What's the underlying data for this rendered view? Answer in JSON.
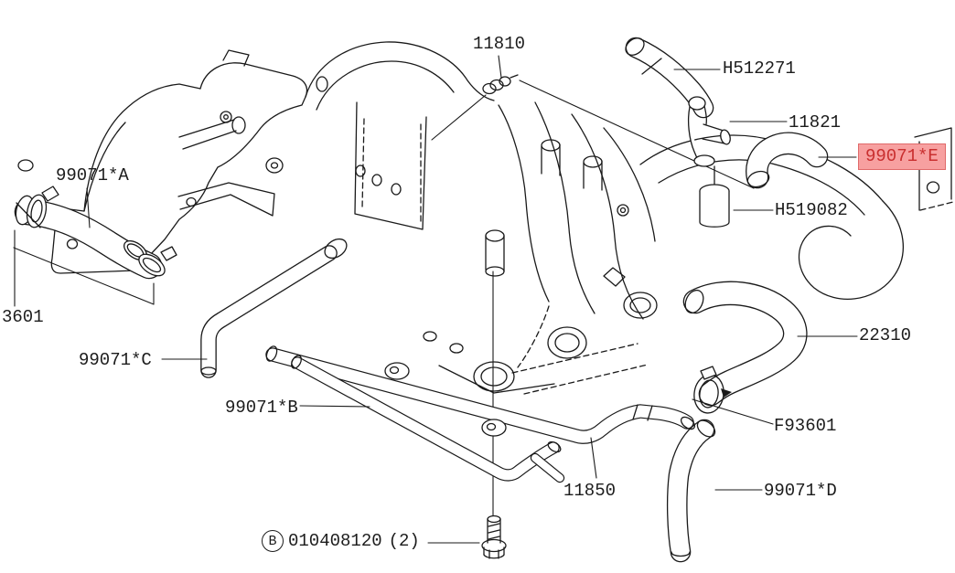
{
  "diagram_type": "parts-callout-line-diagram",
  "colors": {
    "background": "#ffffff",
    "line": "#1a1a1a",
    "highlight_bg": "#F7A0A0",
    "highlight_text": "#C92F2F",
    "highlight_border": "#E06A6A"
  },
  "parts": [
    {
      "label": "11810",
      "highlighted": false
    },
    {
      "label": "H512271",
      "highlighted": false
    },
    {
      "label": "11821",
      "highlighted": false
    },
    {
      "label": "99071*E",
      "highlighted": true
    },
    {
      "label": "H519082",
      "highlighted": false
    },
    {
      "label": "99071*A",
      "highlighted": false
    },
    {
      "label": "3601",
      "highlighted": false
    },
    {
      "label": "99071*C",
      "highlighted": false
    },
    {
      "label": "99071*B",
      "highlighted": false
    },
    {
      "label": "22310",
      "highlighted": false
    },
    {
      "label": "F93601",
      "highlighted": false
    },
    {
      "label": "11850",
      "highlighted": false
    },
    {
      "label": "99071*D",
      "highlighted": false
    }
  ],
  "hardware_callout": {
    "symbol": "B",
    "number": "010408120",
    "quantity": "(2)"
  }
}
